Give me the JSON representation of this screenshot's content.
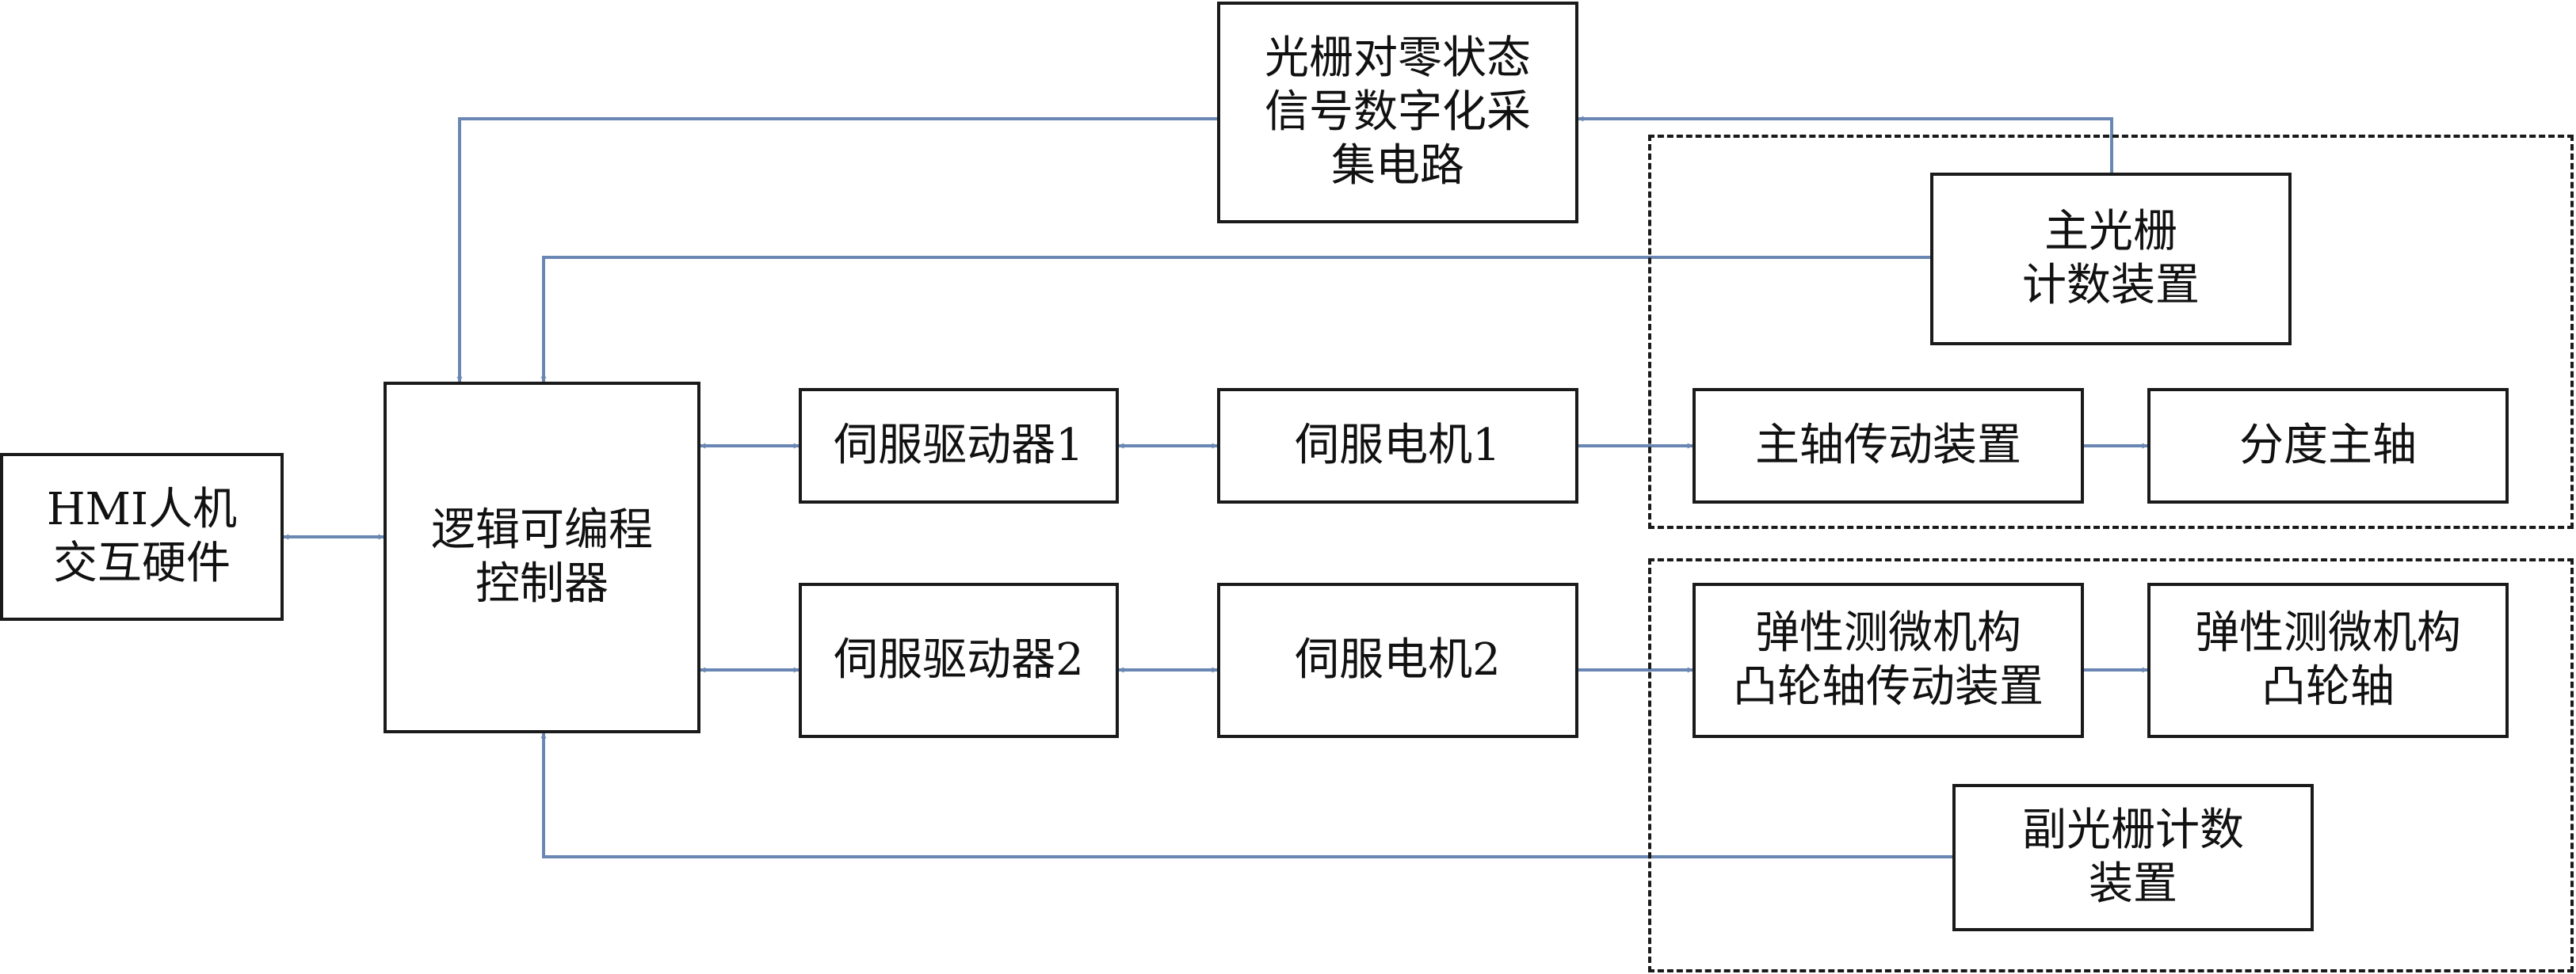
{
  "colors": {
    "connector": "#6a87b3",
    "border": "#1a1a1a",
    "text": "#111111"
  },
  "nodes": {
    "grating_zero_circuit": "光栅对零状态\n信号数字化采\n集电路",
    "hmi": "HMI人机\n交互硬件",
    "plc": "逻辑可编程\n控制器",
    "servo_driver_1": "伺服驱动器1",
    "servo_driver_2": "伺服驱动器2",
    "servo_motor_1": "伺服电机1",
    "servo_motor_2": "伺服电机2",
    "spindle_transmission": "主轴传动装置",
    "indexing_spindle": "分度主轴",
    "main_grating_counter": "主光栅\n计数装置",
    "cam_shaft_transmission": "弹性测微机构\n凸轮轴传动装置",
    "cam_shaft": "弹性测微机构\n凸轮轴",
    "secondary_grating_counter": "副光栅计数\n装置"
  }
}
